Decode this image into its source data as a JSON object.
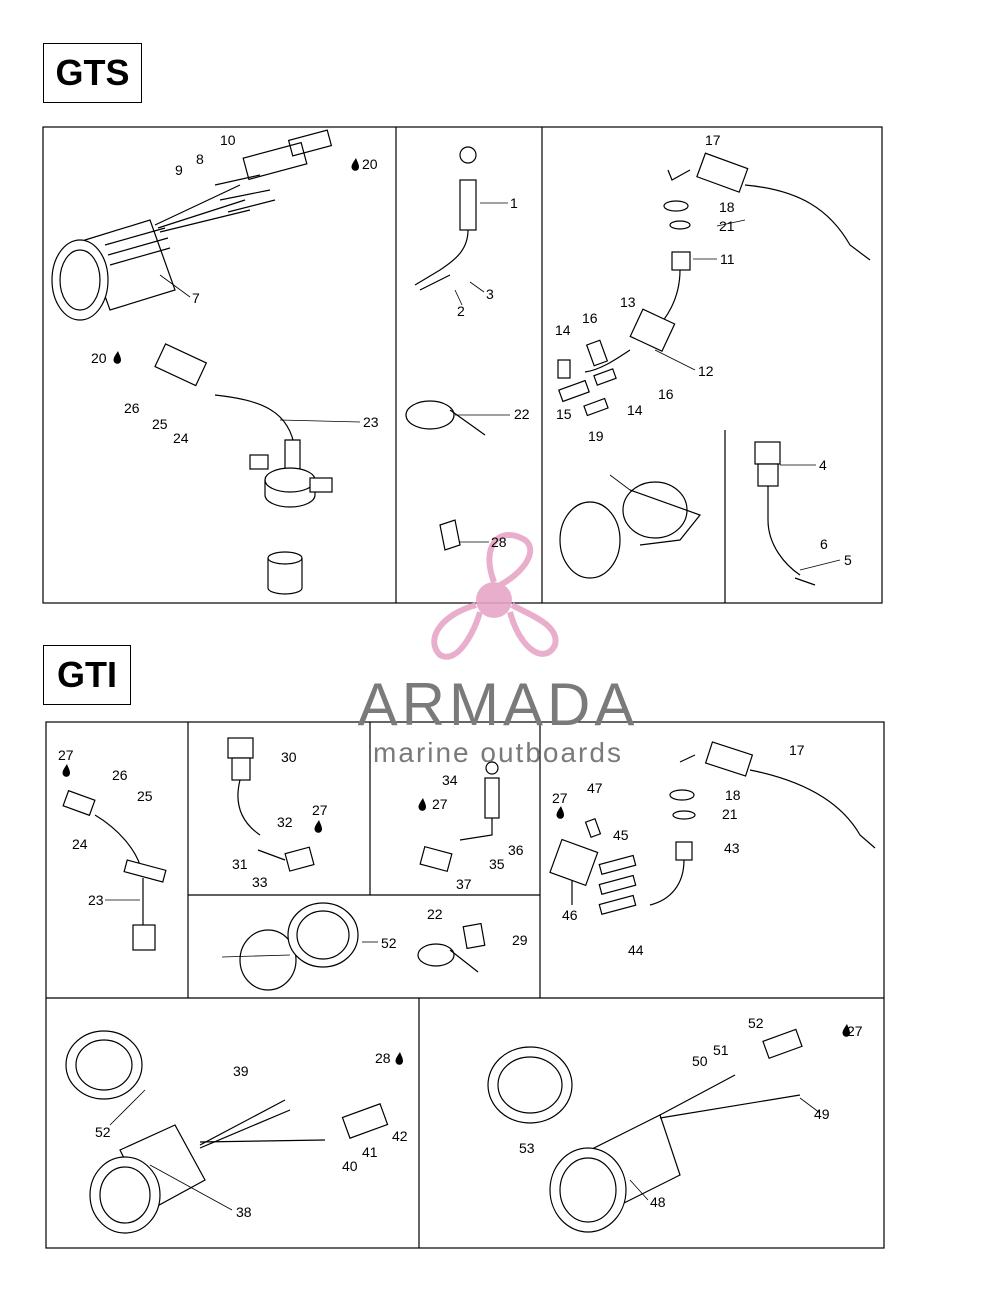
{
  "sections": {
    "gts": {
      "title": "GTS"
    },
    "gti": {
      "title": "GTI"
    }
  },
  "watermark": {
    "brand": "ARMADA",
    "tagline": "marine outboards",
    "color_primary": "#e8a6c8",
    "color_text": "#7a7a7a"
  },
  "callouts": {
    "gts": [
      "1",
      "2",
      "3",
      "4",
      "5",
      "6",
      "7",
      "8",
      "9",
      "10",
      "11",
      "12",
      "13",
      "14",
      "14",
      "15",
      "16",
      "16",
      "17",
      "18",
      "19",
      "20",
      "20",
      "21",
      "22",
      "23",
      "24",
      "25",
      "26",
      "28"
    ],
    "gti": [
      "17",
      "18",
      "21",
      "22",
      "23",
      "24",
      "25",
      "26",
      "27",
      "27",
      "27",
      "27",
      "27",
      "28",
      "29",
      "30",
      "31",
      "32",
      "33",
      "34",
      "35",
      "36",
      "37",
      "38",
      "39",
      "40",
      "41",
      "42",
      "43",
      "44",
      "45",
      "46",
      "47",
      "48",
      "49",
      "50",
      "51",
      "52",
      "52",
      "52",
      "53"
    ]
  }
}
